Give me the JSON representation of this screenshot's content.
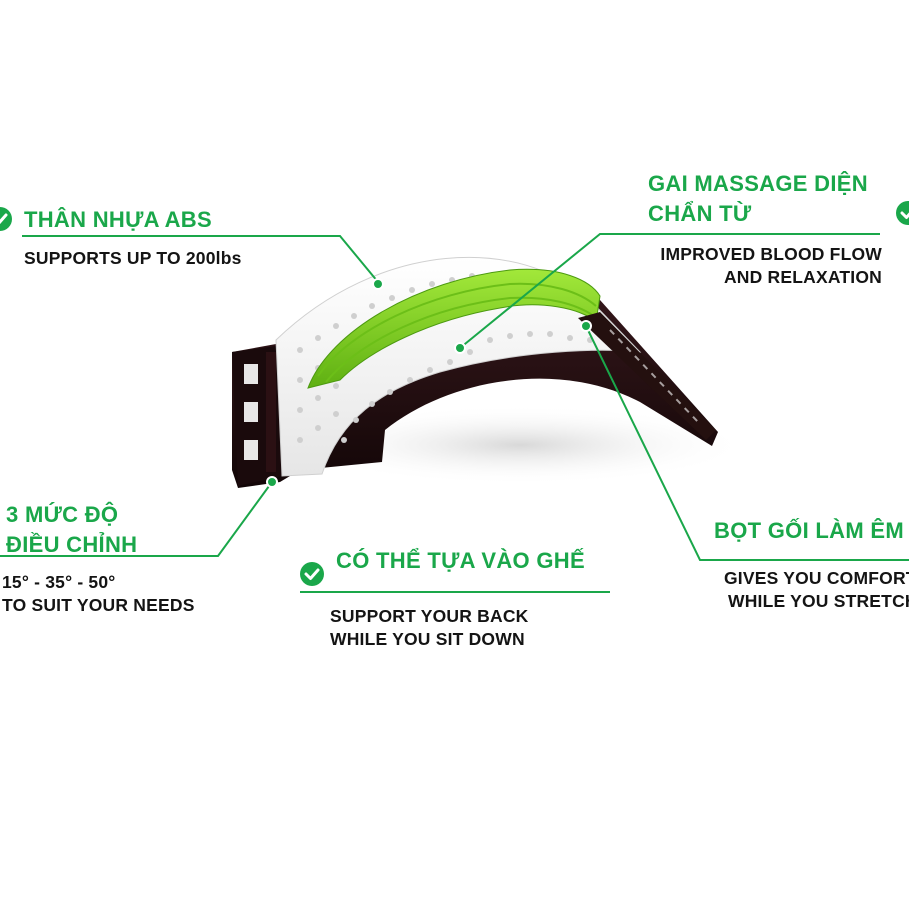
{
  "colors": {
    "accent_green": "#1aa74a",
    "text_dark": "#141414",
    "product_green": "#86d420",
    "product_base": "#1e0d0f"
  },
  "callouts": {
    "abs_body": {
      "title": "THÂN NHỰA ABS",
      "desc_1": "SUPPORTS UP TO 200lbs",
      "icon": "check-circle-icon"
    },
    "massage_spikes": {
      "title_1": "GAI MASSAGE DIỆN",
      "title_2": "CHẨN TỪ",
      "desc_1": "IMPROVED BLOOD FLOW",
      "desc_2": "AND RELAXATION",
      "icon": "check-circle-icon"
    },
    "levels": {
      "title_1": "3 MỨC ĐỘ",
      "title_2": "ĐIỀU CHỈNH",
      "desc_1": "15° - 35° - 50°",
      "desc_2": "TO SUIT YOUR NEEDS"
    },
    "chair": {
      "title": "CÓ THỂ TỰA VÀO GHẾ",
      "desc_1": "SUPPORT YOUR BACK",
      "desc_2": "WHILE YOU SIT DOWN",
      "icon": "check-circle-icon"
    },
    "foam": {
      "title": "BỌT GỐI LÀM ÊM",
      "desc_1": "GIVES YOU COMFORT",
      "desc_2": "WHILE YOU STRETCH"
    }
  }
}
